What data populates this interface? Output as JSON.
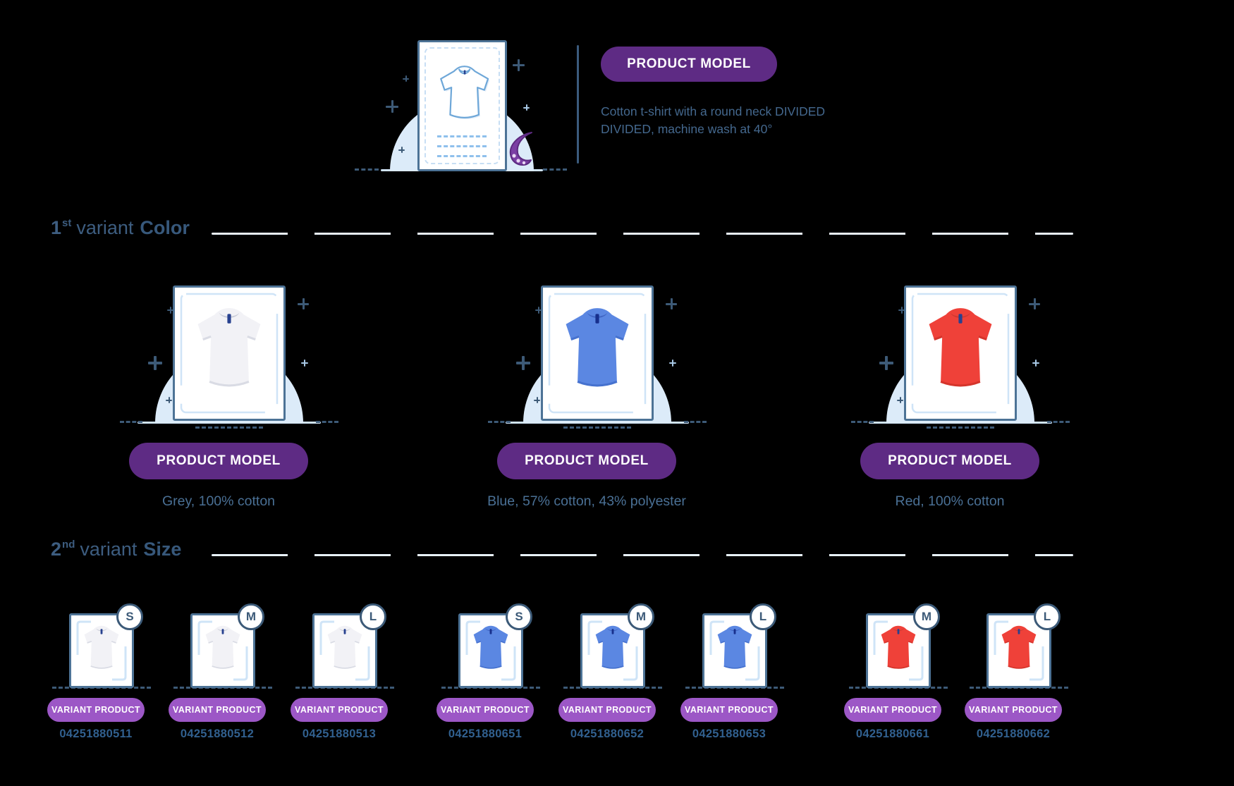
{
  "hero": {
    "pill_label": "PRODUCT MODEL",
    "description_lines": [
      "Cotton t-shirt with a round neck DIVIDED",
      "DIVIDED, machine wash at 40°"
    ]
  },
  "headings": {
    "variant1": {
      "number": "1",
      "ordinal": "st",
      "label": "variant",
      "emphasis": "Color"
    },
    "variant2": {
      "number": "2",
      "ordinal": "nd",
      "label": "variant",
      "emphasis": "Size"
    }
  },
  "models": [
    {
      "pill_label": "PRODUCT MODEL",
      "caption": "Grey, 100% cotton",
      "color_name": "grey",
      "tee": {
        "body": "#f2f2f6",
        "shade": "#d9dbe4",
        "collar": "#c9ccd8",
        "label": "#27418f"
      }
    },
    {
      "pill_label": "PRODUCT MODEL",
      "caption": "Blue, 57% cotton, 43% polyester",
      "color_name": "blue",
      "tee": {
        "body": "#5b87e2",
        "shade": "#4672cf",
        "collar": "#4066c4",
        "label": "#172f8c"
      }
    },
    {
      "pill_label": "PRODUCT MODEL",
      "caption": "Red, 100% cotton",
      "color_name": "red",
      "tee": {
        "body": "#ef4139",
        "shade": "#d5352c",
        "collar": "#cf3a31",
        "label": "#27418f"
      }
    }
  ],
  "variants": [
    {
      "pill_label": "VARIANT PRODUCT",
      "size_badge": "S",
      "ean": "04251880511",
      "model_index": 0
    },
    {
      "pill_label": "VARIANT PRODUCT",
      "size_badge": "M",
      "ean": "04251880512",
      "model_index": 0
    },
    {
      "pill_label": "VARIANT PRODUCT",
      "size_badge": "L",
      "ean": "04251880513",
      "model_index": 0
    },
    {
      "pill_label": "VARIANT PRODUCT",
      "size_badge": "S",
      "ean": "04251880651",
      "model_index": 1
    },
    {
      "pill_label": "VARIANT PRODUCT",
      "size_badge": "M",
      "ean": "04251880652",
      "model_index": 1
    },
    {
      "pill_label": "VARIANT PRODUCT",
      "size_badge": "L",
      "ean": "04251880653",
      "model_index": 1
    },
    {
      "pill_label": "VARIANT PRODUCT",
      "size_badge": "M",
      "ean": "04251880661",
      "model_index": 2
    },
    {
      "pill_label": "VARIANT PRODUCT",
      "size_badge": "L",
      "ean": "04251880662",
      "model_index": 2
    }
  ],
  "palette": {
    "product_model_pill": "#5e2b84",
    "variant_product_pill": "#9c57c6",
    "heading_text": "#3d5d80",
    "caption_text": "#4a7095",
    "ean_text": "#31608f",
    "card_border": "#4d7396",
    "light_blue_backdrop": "#dcebf9",
    "tentacle_purple": "#7b3fa4"
  }
}
